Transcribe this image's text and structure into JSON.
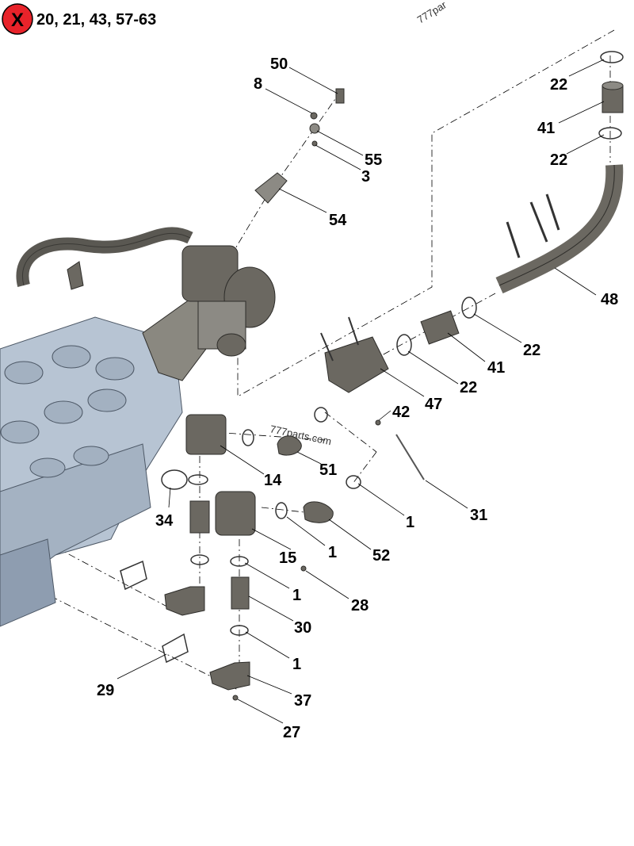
{
  "header": {
    "exclusion_mark": "X",
    "exclusion_color": "#e8232a",
    "excluded_parts": "20, 21, 43, 57-63"
  },
  "watermarks": {
    "top": "777par",
    "center": "777parts.com"
  },
  "callouts": [
    {
      "id": "c50",
      "label": "50"
    },
    {
      "id": "c8",
      "label": "8"
    },
    {
      "id": "c55",
      "label": "55"
    },
    {
      "id": "c3",
      "label": "3"
    },
    {
      "id": "c54",
      "label": "54"
    },
    {
      "id": "c22a",
      "label": "22"
    },
    {
      "id": "c41a",
      "label": "41"
    },
    {
      "id": "c22b",
      "label": "22"
    },
    {
      "id": "c48",
      "label": "48"
    },
    {
      "id": "c22c",
      "label": "22"
    },
    {
      "id": "c41b",
      "label": "41"
    },
    {
      "id": "c22d",
      "label": "22"
    },
    {
      "id": "c47",
      "label": "47"
    },
    {
      "id": "c42",
      "label": "42"
    },
    {
      "id": "c14",
      "label": "14"
    },
    {
      "id": "c51",
      "label": "51"
    },
    {
      "id": "c34",
      "label": "34"
    },
    {
      "id": "c1a",
      "label": "1"
    },
    {
      "id": "c31",
      "label": "31"
    },
    {
      "id": "c15",
      "label": "15"
    },
    {
      "id": "c1b",
      "label": "1"
    },
    {
      "id": "c52",
      "label": "52"
    },
    {
      "id": "c1c",
      "label": "1"
    },
    {
      "id": "c28",
      "label": "28"
    },
    {
      "id": "c30",
      "label": "30"
    },
    {
      "id": "c1d",
      "label": "1"
    },
    {
      "id": "c29",
      "label": "29"
    },
    {
      "id": "c37",
      "label": "37"
    },
    {
      "id": "c27",
      "label": "27"
    }
  ]
}
